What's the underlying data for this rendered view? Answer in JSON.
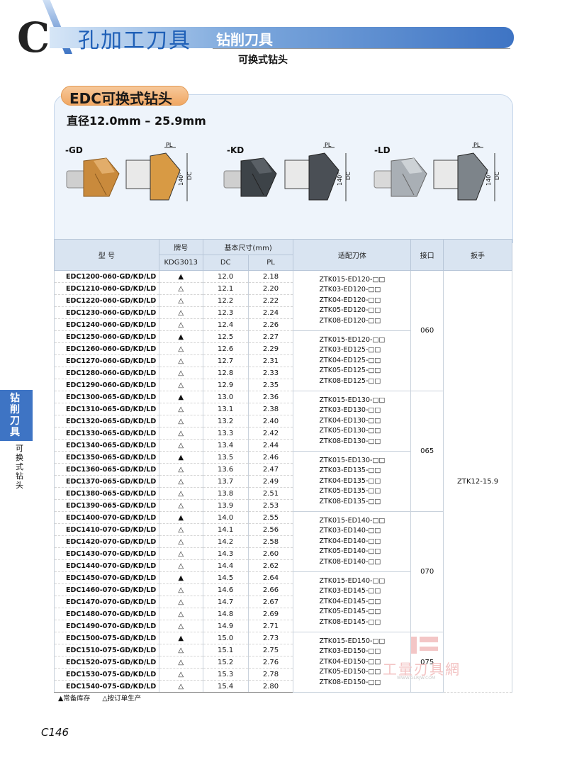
{
  "header": {
    "letter": "C",
    "title": "孔加工刀具",
    "category": "钻削刀具",
    "subcategory": "可换式钻头"
  },
  "product": {
    "name": "EDC可换式钻头",
    "diameter": "直径12.0mm – 25.9mm",
    "variants": [
      {
        "label": "-GD",
        "color": "#c98a3c"
      },
      {
        "label": "-KD",
        "color": "#3d4348"
      },
      {
        "label": "-LD",
        "color": "#a9afb5"
      }
    ],
    "dim_labels": {
      "pl": "PL",
      "dc": "DC",
      "angle": "140°"
    }
  },
  "table": {
    "headers": {
      "model": "型 号",
      "grade": "牌号",
      "grade_code": "KDG3013",
      "basic_size": "基本尺寸(mm)",
      "dc": "DC",
      "pl": "PL",
      "holder": "适配刀体",
      "interface": "接口",
      "wrench": "扳手"
    },
    "rows": [
      {
        "model": "EDC1200-060-GD/KD/LD",
        "grade": "▲",
        "dc": "12.0",
        "pl": "2.18"
      },
      {
        "model": "EDC1210-060-GD/KD/LD",
        "grade": "△",
        "dc": "12.1",
        "pl": "2.20"
      },
      {
        "model": "EDC1220-060-GD/KD/LD",
        "grade": "△",
        "dc": "12.2",
        "pl": "2.22"
      },
      {
        "model": "EDC1230-060-GD/KD/LD",
        "grade": "△",
        "dc": "12.3",
        "pl": "2.24"
      },
      {
        "model": "EDC1240-060-GD/KD/LD",
        "grade": "△",
        "dc": "12.4",
        "pl": "2.26"
      },
      {
        "model": "EDC1250-060-GD/KD/LD",
        "grade": "▲",
        "dc": "12.5",
        "pl": "2.27"
      },
      {
        "model": "EDC1260-060-GD/KD/LD",
        "grade": "△",
        "dc": "12.6",
        "pl": "2.29"
      },
      {
        "model": "EDC1270-060-GD/KD/LD",
        "grade": "△",
        "dc": "12.7",
        "pl": "2.31"
      },
      {
        "model": "EDC1280-060-GD/KD/LD",
        "grade": "△",
        "dc": "12.8",
        "pl": "2.33"
      },
      {
        "model": "EDC1290-060-GD/KD/LD",
        "grade": "△",
        "dc": "12.9",
        "pl": "2.35"
      },
      {
        "model": "EDC1300-065-GD/KD/LD",
        "grade": "▲",
        "dc": "13.0",
        "pl": "2.36"
      },
      {
        "model": "EDC1310-065-GD/KD/LD",
        "grade": "△",
        "dc": "13.1",
        "pl": "2.38"
      },
      {
        "model": "EDC1320-065-GD/KD/LD",
        "grade": "△",
        "dc": "13.2",
        "pl": "2.40"
      },
      {
        "model": "EDC1330-065-GD/KD/LD",
        "grade": "△",
        "dc": "13.3",
        "pl": "2.42"
      },
      {
        "model": "EDC1340-065-GD/KD/LD",
        "grade": "△",
        "dc": "13.4",
        "pl": "2.44"
      },
      {
        "model": "EDC1350-065-GD/KD/LD",
        "grade": "▲",
        "dc": "13.5",
        "pl": "2.46"
      },
      {
        "model": "EDC1360-065-GD/KD/LD",
        "grade": "△",
        "dc": "13.6",
        "pl": "2.47"
      },
      {
        "model": "EDC1370-065-GD/KD/LD",
        "grade": "△",
        "dc": "13.7",
        "pl": "2.49"
      },
      {
        "model": "EDC1380-065-GD/KD/LD",
        "grade": "△",
        "dc": "13.8",
        "pl": "2.51"
      },
      {
        "model": "EDC1390-065-GD/KD/LD",
        "grade": "△",
        "dc": "13.9",
        "pl": "2.53"
      },
      {
        "model": "EDC1400-070-GD/KD/LD",
        "grade": "▲",
        "dc": "14.0",
        "pl": "2.55"
      },
      {
        "model": "EDC1410-070-GD/KD/LD",
        "grade": "△",
        "dc": "14.1",
        "pl": "2.56"
      },
      {
        "model": "EDC1420-070-GD/KD/LD",
        "grade": "△",
        "dc": "14.2",
        "pl": "2.58"
      },
      {
        "model": "EDC1430-070-GD/KD/LD",
        "grade": "△",
        "dc": "14.3",
        "pl": "2.60"
      },
      {
        "model": "EDC1440-070-GD/KD/LD",
        "grade": "△",
        "dc": "14.4",
        "pl": "2.62"
      },
      {
        "model": "EDC1450-070-GD/KD/LD",
        "grade": "▲",
        "dc": "14.5",
        "pl": "2.64"
      },
      {
        "model": "EDC1460-070-GD/KD/LD",
        "grade": "△",
        "dc": "14.6",
        "pl": "2.66"
      },
      {
        "model": "EDC1470-070-GD/KD/LD",
        "grade": "△",
        "dc": "14.7",
        "pl": "2.67"
      },
      {
        "model": "EDC1480-070-GD/KD/LD",
        "grade": "△",
        "dc": "14.8",
        "pl": "2.69"
      },
      {
        "model": "EDC1490-070-GD/KD/LD",
        "grade": "△",
        "dc": "14.9",
        "pl": "2.71"
      },
      {
        "model": "EDC1500-075-GD/KD/LD",
        "grade": "▲",
        "dc": "15.0",
        "pl": "2.73"
      },
      {
        "model": "EDC1510-075-GD/KD/LD",
        "grade": "△",
        "dc": "15.1",
        "pl": "2.75"
      },
      {
        "model": "EDC1520-075-GD/KD/LD",
        "grade": "△",
        "dc": "15.2",
        "pl": "2.76"
      },
      {
        "model": "EDC1530-075-GD/KD/LD",
        "grade": "△",
        "dc": "15.3",
        "pl": "2.78"
      },
      {
        "model": "EDC1540-075-GD/KD/LD",
        "grade": "△",
        "dc": "15.4",
        "pl": "2.80"
      }
    ],
    "holder_groups": [
      [
        "ZTK015-ED120-□□",
        "ZTK03-ED120-□□",
        "ZTK04-ED120-□□",
        "ZTK05-ED120-□□",
        "ZTK08-ED120-□□"
      ],
      [
        "ZTK015-ED120-□□",
        "ZTK03-ED125-□□",
        "ZTK04-ED125-□□",
        "ZTK05-ED125-□□",
        "ZTK08-ED125-□□"
      ],
      [
        "ZTK015-ED130-□□",
        "ZTK03-ED130-□□",
        "ZTK04-ED130-□□",
        "ZTK05-ED130-□□",
        "ZTK08-ED130-□□"
      ],
      [
        "ZTK015-ED130-□□",
        "ZTK03-ED135-□□",
        "ZTK04-ED135-□□",
        "ZTK05-ED135-□□",
        "ZTK08-ED135-□□"
      ],
      [
        "ZTK015-ED140-□□",
        "ZTK03-ED140-□□",
        "ZTK04-ED140-□□",
        "ZTK05-ED140-□□",
        "ZTK08-ED140-□□"
      ],
      [
        "ZTK015-ED140-□□",
        "ZTK03-ED145-□□",
        "ZTK04-ED145-□□",
        "ZTK05-ED145-□□",
        "ZTK08-ED145-□□"
      ],
      [
        "ZTK015-ED150-□□",
        "ZTK03-ED150-□□",
        "ZTK04-ED150-□□",
        "ZTK05-ED150-□□",
        "ZTK08-ED150-□□"
      ]
    ],
    "interfaces": [
      "060",
      "065",
      "070",
      "075"
    ],
    "wrench": "ZTK12-15.9"
  },
  "legend": {
    "stock": "▲常备库存",
    "order": "△按订单生产"
  },
  "side_tab": {
    "main": "钻削刀具",
    "sub": "可换式钻头"
  },
  "page_number": "C146",
  "watermark": {
    "text": "工量刃具網",
    "url": "WWW.GLRJW.COM"
  }
}
